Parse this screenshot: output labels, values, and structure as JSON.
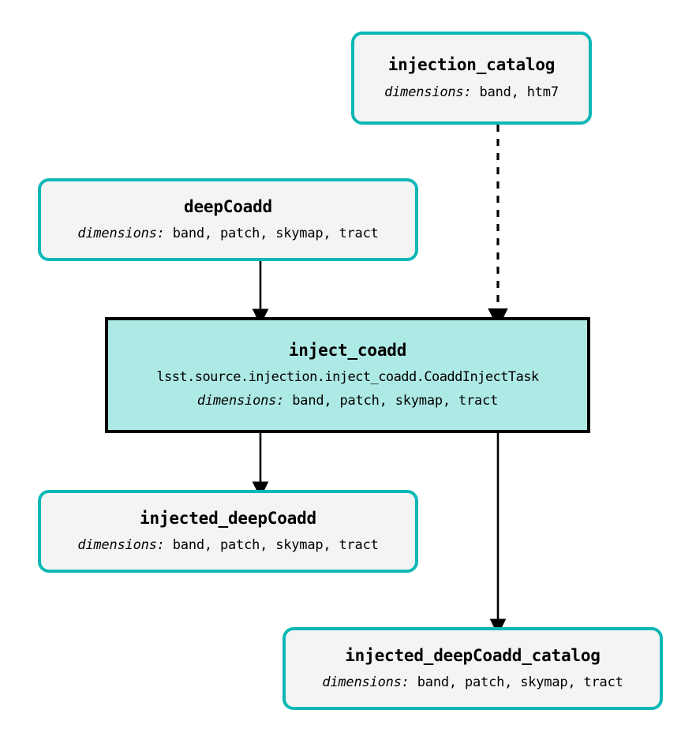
{
  "diagram": {
    "type": "pipeline-dag",
    "title": "",
    "colors": {
      "dataset_border": "#0cb8b6",
      "dataset_fill": "#f4f4f4",
      "task_border": "#000000",
      "task_fill": "#aeeae5",
      "edge": "#000000",
      "background": "#ffffff"
    },
    "dims_label": "dimensions:",
    "nodes": [
      {
        "id": "injection_catalog",
        "kind": "dataset",
        "title": "injection_catalog",
        "dims_label": "dimensions:",
        "dims": "band, htm7"
      },
      {
        "id": "deepCoadd",
        "kind": "dataset",
        "title": "deepCoadd",
        "dims_label": "dimensions:",
        "dims": "band, patch, skymap, tract"
      },
      {
        "id": "inject_coadd",
        "kind": "task",
        "title": "inject_coadd",
        "class_path": "lsst.source.injection.inject_coadd.CoaddInjectTask",
        "dims_label": "dimensions:",
        "dims": "band, patch, skymap, tract"
      },
      {
        "id": "injected_deepCoadd",
        "kind": "dataset",
        "title": "injected_deepCoadd",
        "dims_label": "dimensions:",
        "dims": "band, patch, skymap, tract"
      },
      {
        "id": "injected_deepCoadd_catalog",
        "kind": "dataset",
        "title": "injected_deepCoadd_catalog",
        "dims_label": "dimensions:",
        "dims": "band, patch, skymap, tract"
      }
    ],
    "edges": [
      {
        "id": "edge-injection-catalog-to-inject-coadd",
        "from": "injection_catalog",
        "to": "inject_coadd",
        "style": "dashed"
      },
      {
        "id": "edge-deepcoadd-to-inject-coadd",
        "from": "deepCoadd",
        "to": "inject_coadd",
        "style": "solid"
      },
      {
        "id": "edge-inject-coadd-to-injected-deepcoadd",
        "from": "inject_coadd",
        "to": "injected_deepCoadd",
        "style": "solid"
      },
      {
        "id": "edge-inject-coadd-to-injected-deepcoadd-catalog",
        "from": "inject_coadd",
        "to": "injected_deepCoadd_catalog",
        "style": "solid"
      }
    ]
  }
}
